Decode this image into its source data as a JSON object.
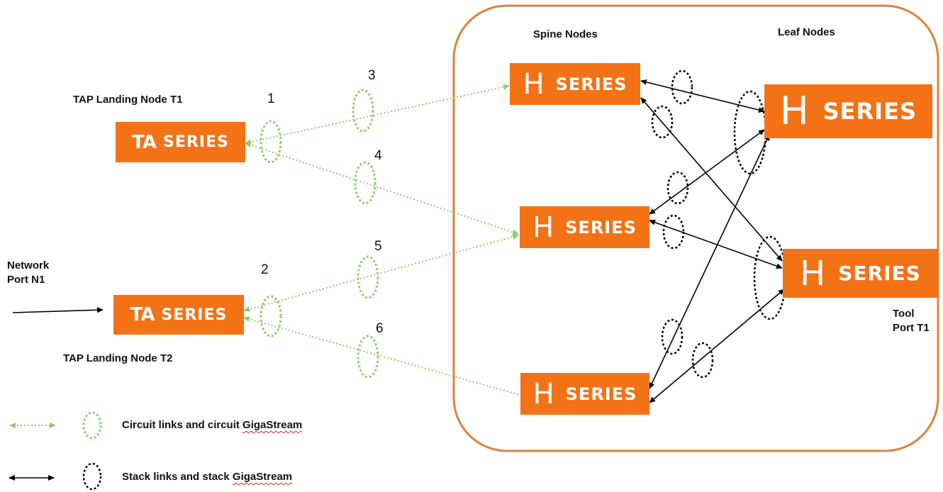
{
  "labels": {
    "spine_nodes": "Spine Nodes",
    "leaf_nodes": "Leaf Nodes",
    "tap_t1": "TAP Landing Node T1",
    "tap_t2": "TAP Landing Node T2",
    "network_port": "Network Port N1",
    "network_port_l1": "Network",
    "network_port_l2": "Port N1",
    "tool_port_l1": "Tool",
    "tool_port_l2": "Port T1"
  },
  "circuit_numbers": [
    "1",
    "2",
    "3",
    "4",
    "5",
    "6"
  ],
  "nodes": {
    "ta_text": "SERIES",
    "ta_prefix": "TA",
    "h_text": "SERIES",
    "h_prefix": "H"
  },
  "legend": {
    "circuit_a": "Circuit links and circuit ",
    "circuit_b": "GigaStream",
    "stack_a": "Stack links and stack ",
    "stack_b": "GigaStream"
  },
  "colors": {
    "orange": "#f47216",
    "cluster_border": "#e0803a",
    "circuit_green": "#8fcc6e",
    "stack_black": "#000000"
  }
}
